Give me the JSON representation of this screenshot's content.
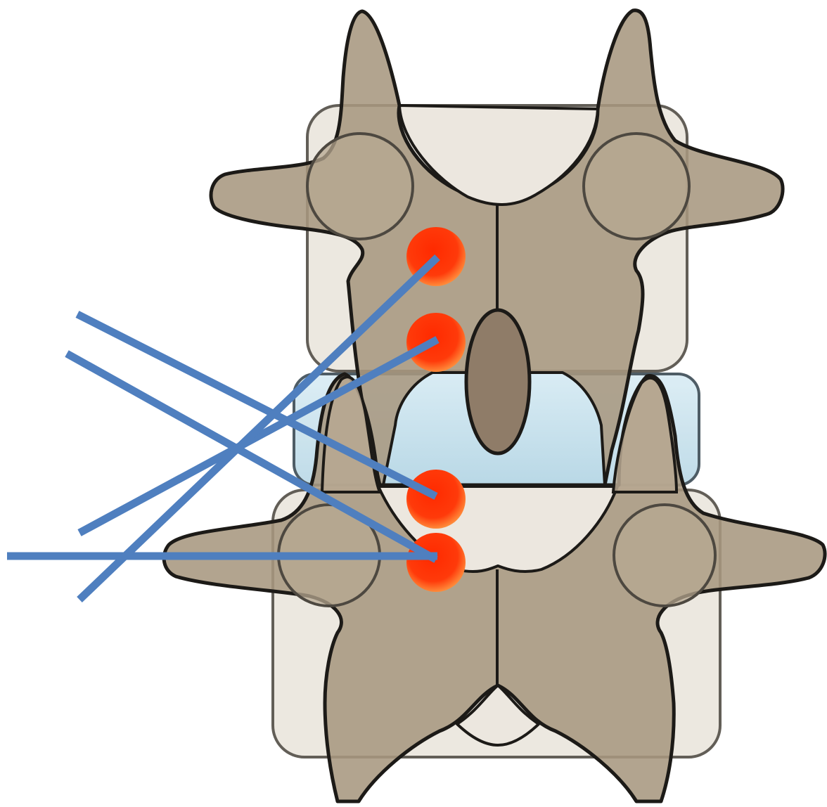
{
  "diagram": {
    "subject": "spine-vertebrae-posterior-view",
    "colors": {
      "background": "#ffffff",
      "vertebral_body": "#ece7df",
      "vertebral_body_stroke": "#5a564f",
      "bone": "#a7977f",
      "bone_stroke": "#1c1a17",
      "disc": "#c9e3ee",
      "disc_stroke": "#2b2b2b",
      "spinous_process": "#8f7c68",
      "target_dot": "#ff3a0a",
      "target_dot_glow": "#ff8a3a",
      "needle_line": "#4f7fbf"
    },
    "target_points": [
      {
        "name": "target-point-upper-1"
      },
      {
        "name": "target-point-upper-2"
      },
      {
        "name": "target-point-lower-1"
      },
      {
        "name": "target-point-lower-2"
      }
    ],
    "needle_paths": [
      {
        "name": "needle-path-1"
      },
      {
        "name": "needle-path-2"
      },
      {
        "name": "needle-path-3"
      },
      {
        "name": "needle-path-4"
      },
      {
        "name": "needle-path-5"
      }
    ]
  }
}
